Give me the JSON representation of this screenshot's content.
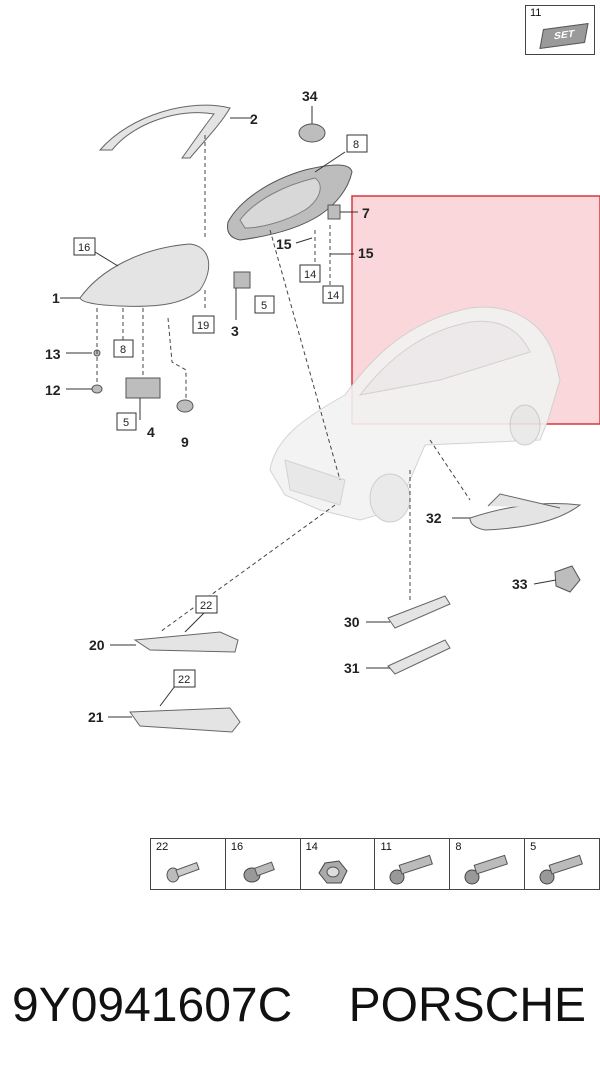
{
  "set_box": {
    "number": "11",
    "icon_text": "SET",
    "icon": "set-box-icon"
  },
  "callouts": {
    "c2": "2",
    "c34": "34",
    "c8a": "8",
    "c7": "7",
    "c16": "16",
    "c15a": "15",
    "c15b": "15",
    "c14a": "14",
    "c14b": "14",
    "c1": "1",
    "c5a": "5",
    "c19": "19",
    "c3": "3",
    "c13": "13",
    "c8b": "8",
    "c12": "12",
    "c5b": "5",
    "c4": "4",
    "c9": "9",
    "c32": "32",
    "c33": "33",
    "c22a": "22",
    "c20": "20",
    "c30": "30",
    "c31": "31",
    "c22b": "22",
    "c21": "21"
  },
  "fasteners": [
    {
      "number": "22",
      "icon": "bolt-small-icon"
    },
    {
      "number": "16",
      "icon": "bolt-flange-icon"
    },
    {
      "number": "14",
      "icon": "nut-icon"
    },
    {
      "number": "11",
      "icon": "bolt-long-icon"
    },
    {
      "number": "8",
      "icon": "bolt-long-icon"
    },
    {
      "number": "5",
      "icon": "bolt-long-icon"
    }
  ],
  "footer": {
    "part_number": "9Y0941607C",
    "brand": "PORSCHE"
  },
  "highlight_color": "#e06070"
}
